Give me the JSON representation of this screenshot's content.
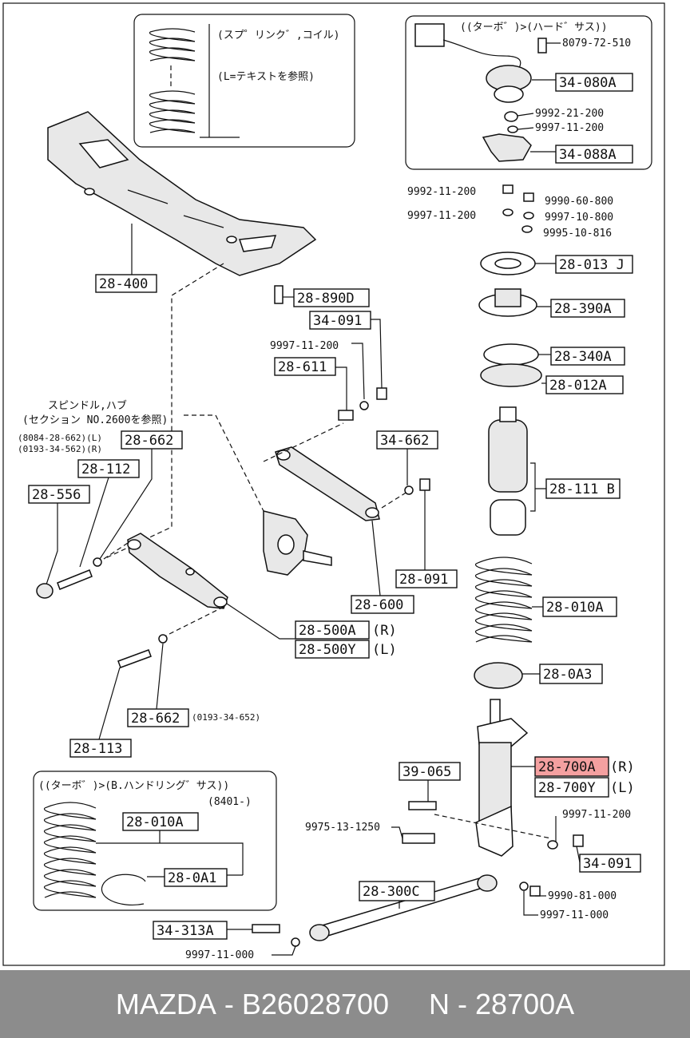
{
  "parts": {
    "p28_400": "28-400",
    "p28_890d": "28-890D",
    "p34_091a": "34-091",
    "p9997_11_200a": "9997-11-200",
    "p28_611": "28-611",
    "p28_662a": "28-662",
    "p28_112": "28-112",
    "p28_556": "28-556",
    "p34_662": "34-662",
    "p28_091": "28-091",
    "p28_600": "28-600",
    "p28_500a": "28-500A",
    "p28_500y": "28-500Y",
    "p28_662b": "28-662",
    "p28_113": "28-113",
    "p8079_72_510": "8079-72-510",
    "p34_080a": "34-080A",
    "p9992_21_200": "9992-21-200",
    "p9997_11_200b": "9997-11-200",
    "p34_088a": "34-088A",
    "p9992_11_200": "9992-11-200",
    "p9997_11_200c": "9997-11-200",
    "p9990_60_800": "9990-60-800",
    "p9997_10_800": "9997-10-800",
    "p9995_10_816": "9995-10-816",
    "p28_013j": "28-013 J",
    "p28_390a": "28-390A",
    "p28_340a": "28-340A",
    "p28_012a": "28-012A",
    "p28_111b": "28-111 B",
    "p28_010a": "28-010A",
    "p28_0a3": "28-0A3",
    "p28_700a": "28-700A",
    "p28_700y": "28-700Y",
    "p39_065": "39-065",
    "p9975_13_1250": "9975-13-1250",
    "p9997_11_200d": "9997-11-200",
    "p34_091b": "34-091",
    "p28_300c": "28-300C",
    "p9990_81_000": "9990-81-000",
    "p9997_11_000a": "9997-11-000",
    "p34_313a": "34-313A",
    "p9997_11_000b": "9997-11-000",
    "p28_010a_b": "28-010A",
    "p28_0a1": "28-0A1"
  },
  "notes": {
    "spring_note1": "(スプ゜リンク゛,コイル)",
    "spring_note2": "(L=テキストを参照)",
    "turbo_hard": "((ターボ゛)>(ハード゛サス))",
    "knuckle1": "スピンドル,ハブ",
    "knuckle2": "(セクション NO.2600を参照)",
    "alt1": "(8084-28-662)(L)",
    "alt2": "(0193-34-562)(R)",
    "alt3": "(0193-34-652)",
    "r": "(R)",
    "l": "(L)",
    "r2": "(R)",
    "l2": "(L)",
    "turbo_bh": "((ターボ゛)>(B.ハンドリング゛サス))",
    "date": "(8401-)"
  },
  "footer": {
    "brand": "MAZDA",
    "part_no": "B26028700",
    "ref": "N - 28700A"
  },
  "colors": {
    "highlight": "#f4a0a0",
    "footer_bg": "#8c8c8c"
  }
}
